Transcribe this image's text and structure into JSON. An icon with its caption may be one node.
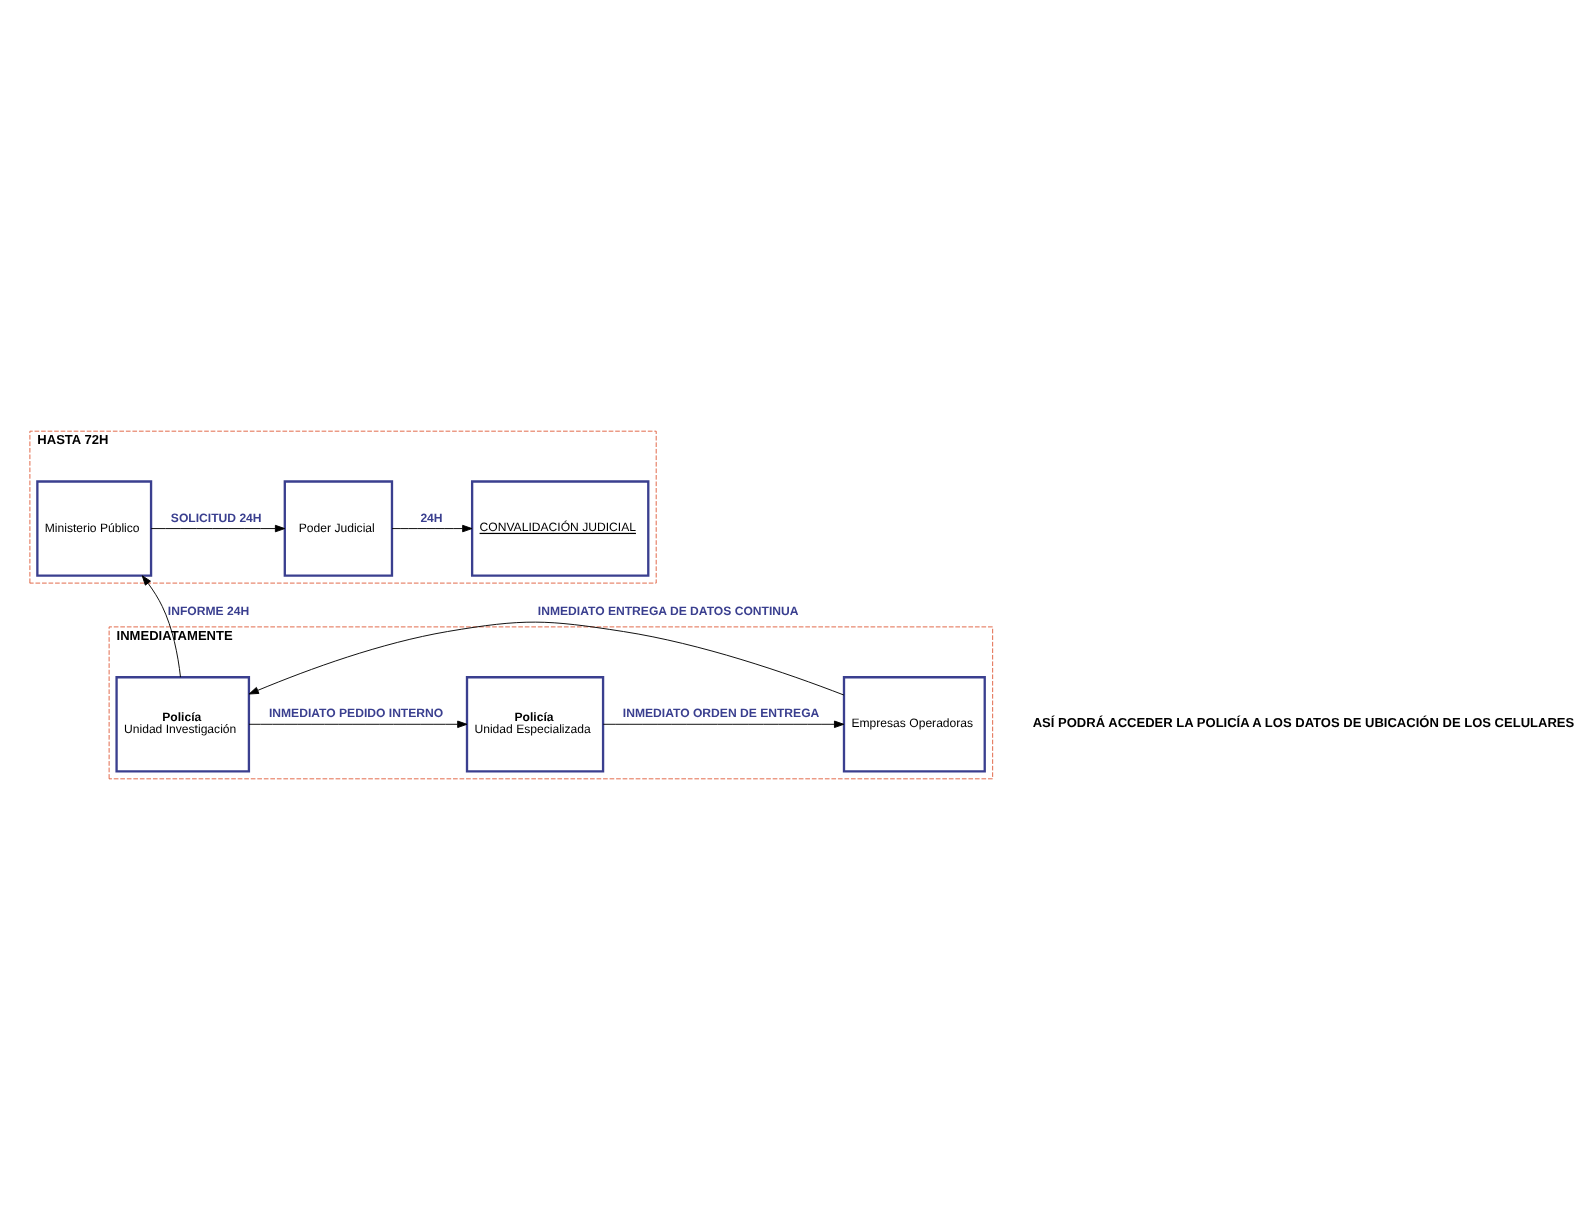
{
  "diagram": {
    "nodes": [
      {
        "text": [
          "HASTA 72H"
        ]
      },
      {
        "text": [
          "Ministerio Público"
        ],
        "in": 0
      },
      {
        "text": [
          "Poder Judicial"
        ],
        "in": 0
      },
      {
        "text": [
          "CONVALIDACIÓN JUDICIAL"
        ],
        "in": 0
      },
      {
        "text": [
          "INMEDIATAMENTE"
        ]
      },
      {
        "text": [
          "Policía",
          "Unidad Investigación"
        ],
        "in": 4
      },
      {
        "text": [
          "Policía",
          "Unidad Especializada"
        ],
        "in": 4
      },
      {
        "text": [
          "Empresas Operadoras"
        ],
        "in": 4
      }
    ],
    "edges": [
      {
        "from": 1,
        "to": 2,
        "arrow": "to",
        "label": "SOLICITUD 24H"
      },
      {
        "from": 2,
        "to": 3,
        "arrow": "to",
        "label": "24H"
      },
      {
        "from": 5,
        "to": 1,
        "arrow": "to",
        "label": "INFORME 24H"
      },
      {
        "from": 7,
        "to": 5,
        "arrow": "to",
        "label": "INMEDIATO ENTREGA DE DATOS CONTINUA"
      },
      {
        "from": 5,
        "to": 6,
        "arrow": "to",
        "label": "INMEDIATO PEDIDO INTERNO"
      },
      {
        "from": 6,
        "to": 7,
        "arrow": "to",
        "label": "INMEDIATO ORDEN DE ENTREGA"
      }
    ],
    "labels": [
      "ASÍ PODRÁ ACCEDER LA POLICÍA A LOS DATOS DE UBICACIÓN DE LOS CELULARES"
    ]
  }
}
